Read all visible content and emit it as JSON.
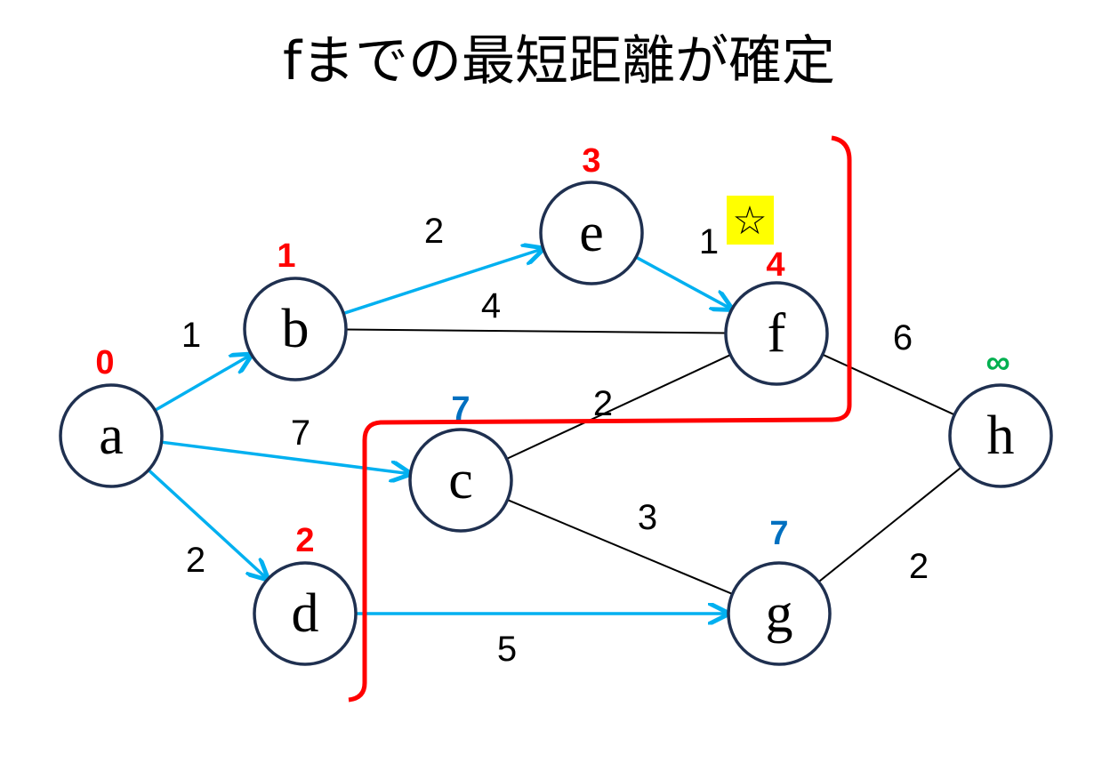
{
  "title": "fまでの最短距離が確定",
  "colors": {
    "tree_edge": "#00b0f0",
    "plain_edge": "#000000",
    "node_stroke": "#1f3050",
    "confirmed": "#ff0000",
    "tentative": "#0070c0",
    "infinite": "#00b050",
    "boundary": "#ff0000",
    "star_bg": "#ffff00"
  },
  "nodes": [
    {
      "id": "a",
      "label": "a",
      "distance": "0",
      "status": "confirmed"
    },
    {
      "id": "b",
      "label": "b",
      "distance": "1",
      "status": "confirmed"
    },
    {
      "id": "c",
      "label": "c",
      "distance": "7",
      "status": "tentative"
    },
    {
      "id": "d",
      "label": "d",
      "distance": "2",
      "status": "confirmed"
    },
    {
      "id": "e",
      "label": "e",
      "distance": "3",
      "status": "confirmed"
    },
    {
      "id": "f",
      "label": "f",
      "distance": "4",
      "status": "confirmed"
    },
    {
      "id": "g",
      "label": "g",
      "distance": "7",
      "status": "tentative"
    },
    {
      "id": "h",
      "label": "h",
      "distance": "∞",
      "status": "infinite"
    }
  ],
  "edges": [
    {
      "from": "a",
      "to": "b",
      "weight": "1",
      "highlighted": true
    },
    {
      "from": "a",
      "to": "c",
      "weight": "7",
      "highlighted": true
    },
    {
      "from": "a",
      "to": "d",
      "weight": "2",
      "highlighted": true
    },
    {
      "from": "b",
      "to": "e",
      "weight": "2",
      "highlighted": true
    },
    {
      "from": "b",
      "to": "f",
      "weight": "4",
      "highlighted": false
    },
    {
      "from": "e",
      "to": "f",
      "weight": "1",
      "highlighted": true
    },
    {
      "from": "c",
      "to": "f",
      "weight": "2",
      "highlighted": false
    },
    {
      "from": "c",
      "to": "g",
      "weight": "3",
      "highlighted": false
    },
    {
      "from": "d",
      "to": "g",
      "weight": "5",
      "highlighted": true
    },
    {
      "from": "f",
      "to": "h",
      "weight": "6",
      "highlighted": false
    },
    {
      "from": "g",
      "to": "h",
      "weight": "2",
      "highlighted": false
    }
  ],
  "star": "☆"
}
